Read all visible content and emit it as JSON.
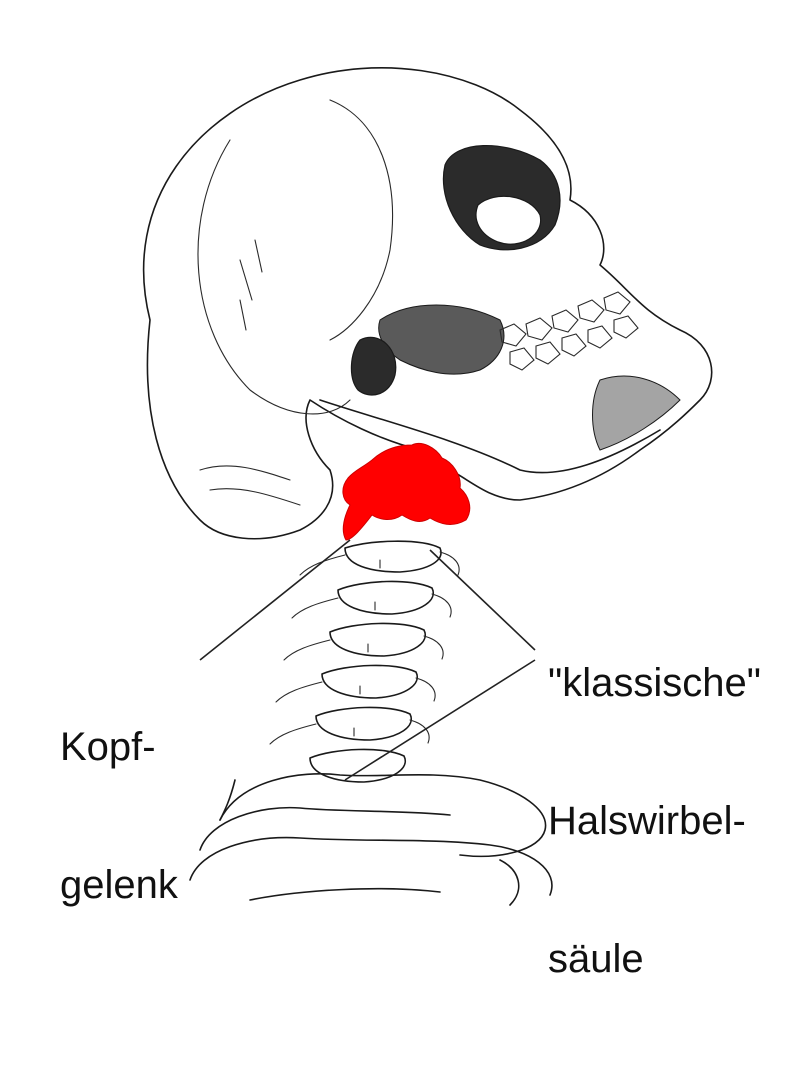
{
  "labels": {
    "kopfgelenk_line1": "Kopf-",
    "kopfgelenk_line2": "gelenk",
    "hws_line1": "\"klassische\"",
    "hws_line2": "Halswirbel-",
    "hws_line3": "säule"
  },
  "colors": {
    "highlight": "#ff0000",
    "ink": "#1a1a1a",
    "background": "#ffffff"
  }
}
